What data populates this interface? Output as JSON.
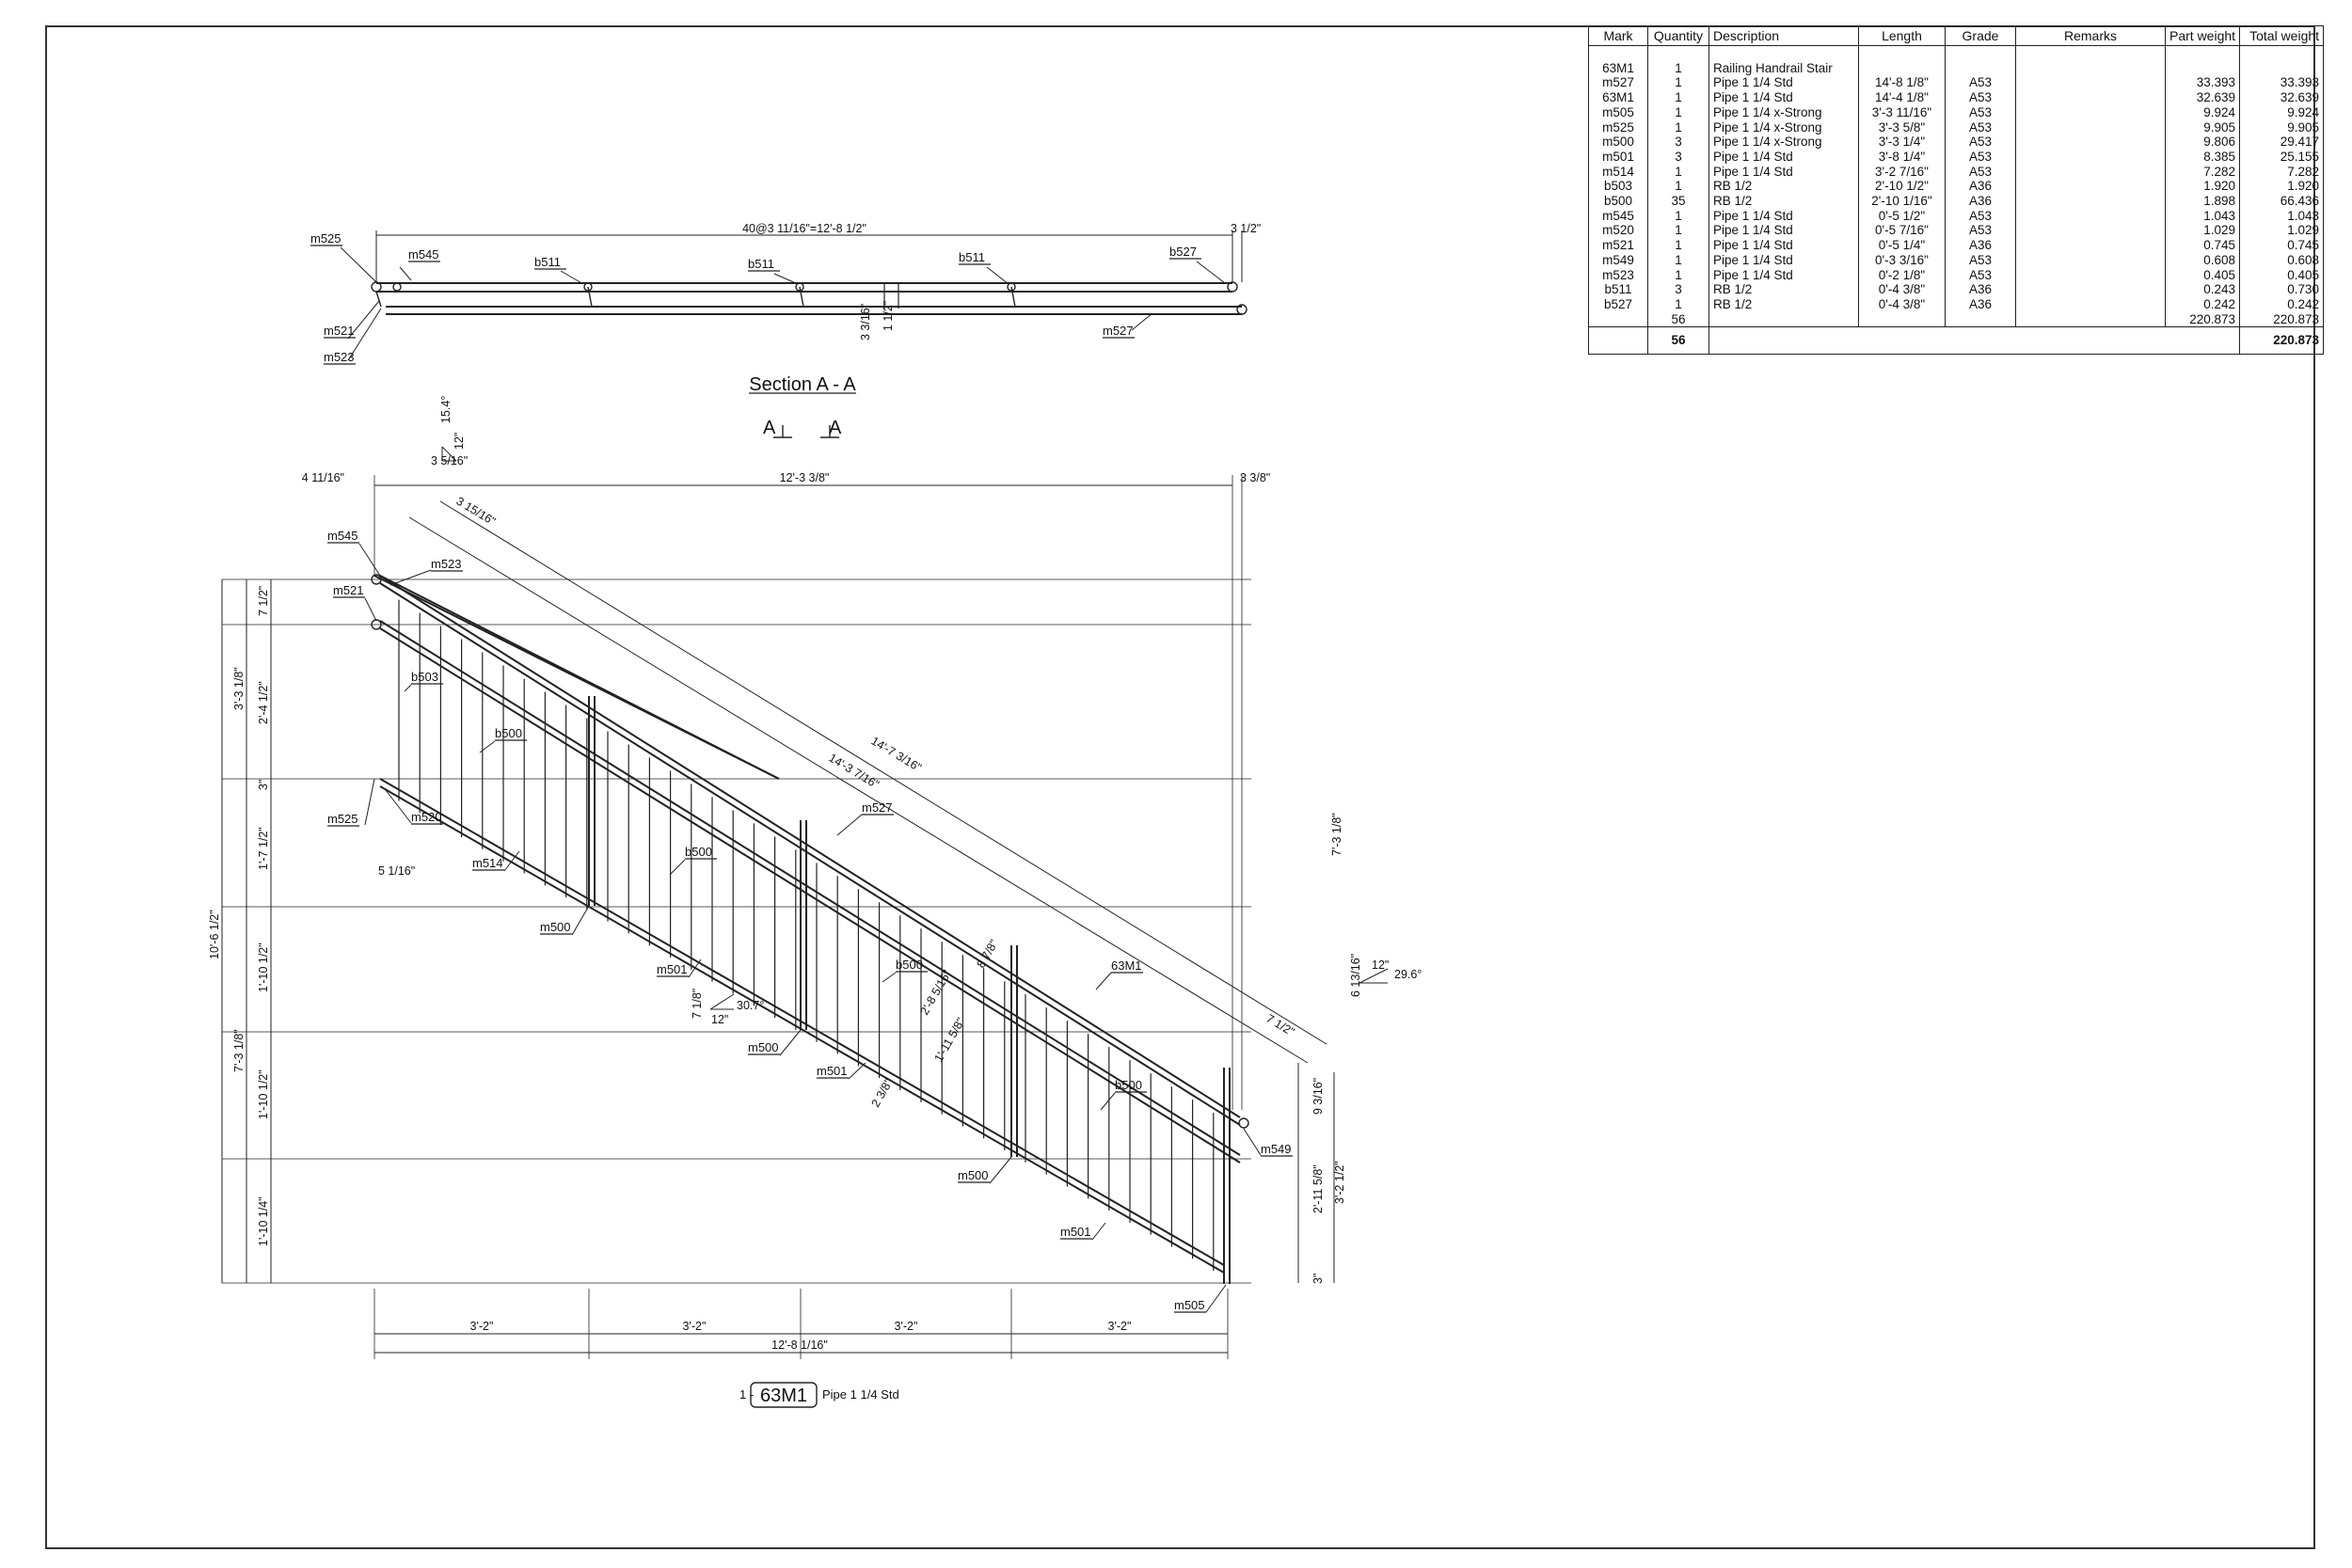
{
  "bom": {
    "headers": [
      "Mark",
      "Quantity",
      "Description",
      "Length",
      "Grade",
      "Remarks",
      "Part weight",
      "Total weight"
    ],
    "rows": [
      {
        "mark": "63M1",
        "qty": "1",
        "desc": "Railing Handrail Stair",
        "len": "",
        "grade": "",
        "rem": "",
        "pw": "",
        "tw": ""
      },
      {
        "mark": "m527",
        "qty": "1",
        "desc": "Pipe 1 1/4 Std",
        "len": "14'-8 1/8\"",
        "grade": "A53",
        "rem": "",
        "pw": "33.393",
        "tw": "33.393"
      },
      {
        "mark": "63M1",
        "qty": "1",
        "desc": "Pipe 1 1/4 Std",
        "len": "14'-4 1/8\"",
        "grade": "A53",
        "rem": "",
        "pw": "32.639",
        "tw": "32.639"
      },
      {
        "mark": "m505",
        "qty": "1",
        "desc": "Pipe 1 1/4 x-Strong",
        "len": "3'-3 11/16\"",
        "grade": "A53",
        "rem": "",
        "pw": "9.924",
        "tw": "9.924"
      },
      {
        "mark": "m525",
        "qty": "1",
        "desc": "Pipe 1 1/4 x-Strong",
        "len": "3'-3 5/8\"",
        "grade": "A53",
        "rem": "",
        "pw": "9.905",
        "tw": "9.905"
      },
      {
        "mark": "m500",
        "qty": "3",
        "desc": "Pipe 1 1/4 x-Strong",
        "len": "3'-3 1/4\"",
        "grade": "A53",
        "rem": "",
        "pw": "9.806",
        "tw": "29.417"
      },
      {
        "mark": "m501",
        "qty": "3",
        "desc": "Pipe 1 1/4 Std",
        "len": "3'-8 1/4\"",
        "grade": "A53",
        "rem": "",
        "pw": "8.385",
        "tw": "25.155"
      },
      {
        "mark": "m514",
        "qty": "1",
        "desc": "Pipe 1 1/4 Std",
        "len": "3'-2 7/16\"",
        "grade": "A53",
        "rem": "",
        "pw": "7.282",
        "tw": "7.282"
      },
      {
        "mark": "b503",
        "qty": "1",
        "desc": "RB 1/2",
        "len": "2'-10 1/2\"",
        "grade": "A36",
        "rem": "",
        "pw": "1.920",
        "tw": "1.920"
      },
      {
        "mark": "b500",
        "qty": "35",
        "desc": "RB 1/2",
        "len": "2'-10 1/16\"",
        "grade": "A36",
        "rem": "",
        "pw": "1.898",
        "tw": "66.436"
      },
      {
        "mark": "m545",
        "qty": "1",
        "desc": "Pipe 1 1/4 Std",
        "len": "0'-5 1/2\"",
        "grade": "A53",
        "rem": "",
        "pw": "1.043",
        "tw": "1.043"
      },
      {
        "mark": "m520",
        "qty": "1",
        "desc": "Pipe 1 1/4 Std",
        "len": "0'-5 7/16\"",
        "grade": "A53",
        "rem": "",
        "pw": "1.029",
        "tw": "1.029"
      },
      {
        "mark": "m521",
        "qty": "1",
        "desc": "Pipe 1 1/4 Std",
        "len": "0'-5 1/4\"",
        "grade": "A36",
        "rem": "",
        "pw": "0.745",
        "tw": "0.745"
      },
      {
        "mark": "m549",
        "qty": "1",
        "desc": "Pipe 1 1/4 Std",
        "len": "0'-3 3/16\"",
        "grade": "A53",
        "rem": "",
        "pw": "0.608",
        "tw": "0.608"
      },
      {
        "mark": "m523",
        "qty": "1",
        "desc": "Pipe 1 1/4 Std",
        "len": "0'-2 1/8\"",
        "grade": "A53",
        "rem": "",
        "pw": "0.405",
        "tw": "0.405"
      },
      {
        "mark": "b511",
        "qty": "3",
        "desc": "RB 1/2",
        "len": "0'-4 3/8\"",
        "grade": "A36",
        "rem": "",
        "pw": "0.243",
        "tw": "0.730"
      },
      {
        "mark": "b527",
        "qty": "1",
        "desc": "RB 1/2",
        "len": "0'-4 3/8\"",
        "grade": "A36",
        "rem": "",
        "pw": "0.242",
        "tw": "0.242"
      },
      {
        "mark": "",
        "qty": "56",
        "desc": "",
        "len": "",
        "grade": "",
        "rem": "",
        "pw": "220.873",
        "tw": "220.873"
      }
    ],
    "footer": {
      "qty": "56",
      "tw": "220.873"
    }
  },
  "plan": {
    "title": "Section A - A",
    "top_dim": "40@3 11/16\"=12'-8 1/2\"",
    "end_dim": "3 1/2\"",
    "labels": [
      "m525",
      "m545",
      "b511",
      "b511",
      "b511",
      "b527",
      "m521",
      "m523",
      "m527"
    ],
    "small_dims": [
      "3 3/16\"",
      "1 1/2\""
    ]
  },
  "section_marker": {
    "left": "A",
    "right": "A"
  },
  "elevation": {
    "labels": {
      "m545": "m545",
      "m523": "m523",
      "m521": "m521",
      "b503": "b503",
      "b500_1": "b500",
      "b500_2": "b500",
      "b500_3": "b500",
      "b500_4": "b500",
      "m525": "m525",
      "m520": "m520",
      "m514": "m514",
      "m500_1": "m500",
      "m500_2": "m500",
      "m500_3": "m500",
      "m501_1": "m501",
      "m501_2": "m501",
      "m501_3": "m501",
      "m527": "m527",
      "63M1": "63M1",
      "m549": "m549",
      "m505": "m505"
    },
    "dims": {
      "top_left": "4 11/16\"",
      "top_mid": "12'-3 3/8\"",
      "top_right": "3 3/8\"",
      "slope_left_angle": "15.4°",
      "slope_left_run": "12\"",
      "slope_left_rise": "3 5/16\"",
      "diag_small": "3 15/16\"",
      "diag_long1": "14'-7 3/16\"",
      "diag_long2": "14'-3 7/16\"",
      "left_v1": "7 1/2\"",
      "left_v2": "2'-4 1/2\"",
      "left_v3": "3\"",
      "left_v4": "1'-7 1/2\"",
      "left_v5": "3'-3 1/8\"",
      "left_v6": "1'-10 1/2\"",
      "left_v7": "1'-10 1/2\"",
      "left_v8": "1'-10 1/4\"",
      "left_v9": "7'-3 1/8\"",
      "left_v10": "10'-6 1/2\"",
      "bottom_left": "5 1/16\"",
      "mid_slope_rise": "7 1/8\"",
      "mid_slope_run": "12\"",
      "mid_slope_angle": "30.7°",
      "right_slope_rise": "6 13/16\"",
      "right_slope_run": "12\"",
      "right_slope_angle": "29.6°",
      "right_v1": "7'-3 1/8\"",
      "right_v2": "9 3/16\"",
      "right_v3": "2'-11 5/8\"",
      "right_v4": "3'-2 1/2\"",
      "right_v5": "3\"",
      "right_end": "7 1/2\"",
      "inner_a": "2'-8 5/16\"",
      "inner_b": "1'-11 5/8\"",
      "inner_c": "2 3/8\"",
      "inner_d": "8 7/8\"",
      "bot1": "3'-2\"",
      "bot2": "3'-2\"",
      "bot3": "3'-2\"",
      "bot4": "3'-2\"",
      "bot_total": "12'-8 1/16\""
    }
  },
  "caption": {
    "prefix": "1 -",
    "mark": "63M1",
    "desc": "Pipe 1 1/4 Std"
  }
}
